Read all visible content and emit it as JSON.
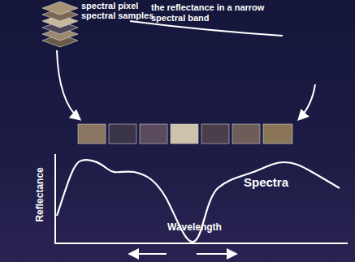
{
  "diagram": {
    "labels": [
      "spectral pixel",
      "spectral samples",
      "the reflectance in a narrow spectral band",
      "Spectra",
      "Reflectance",
      "Wavelength"
    ]
  }
}
